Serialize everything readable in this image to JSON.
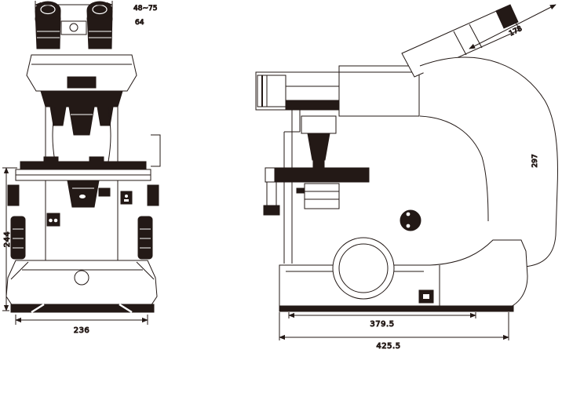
{
  "drawing": {
    "ink_color": "#231916",
    "background": "#ffffff",
    "front_view": {
      "labels": {
        "interpupillary": "48~75",
        "eyepoint": "64",
        "height": "244",
        "width": "236"
      }
    },
    "side_view": {
      "labels": {
        "tube_length": "178",
        "arm_height": "297",
        "depth_partial": "379.5",
        "depth_total": "425.5"
      }
    }
  }
}
